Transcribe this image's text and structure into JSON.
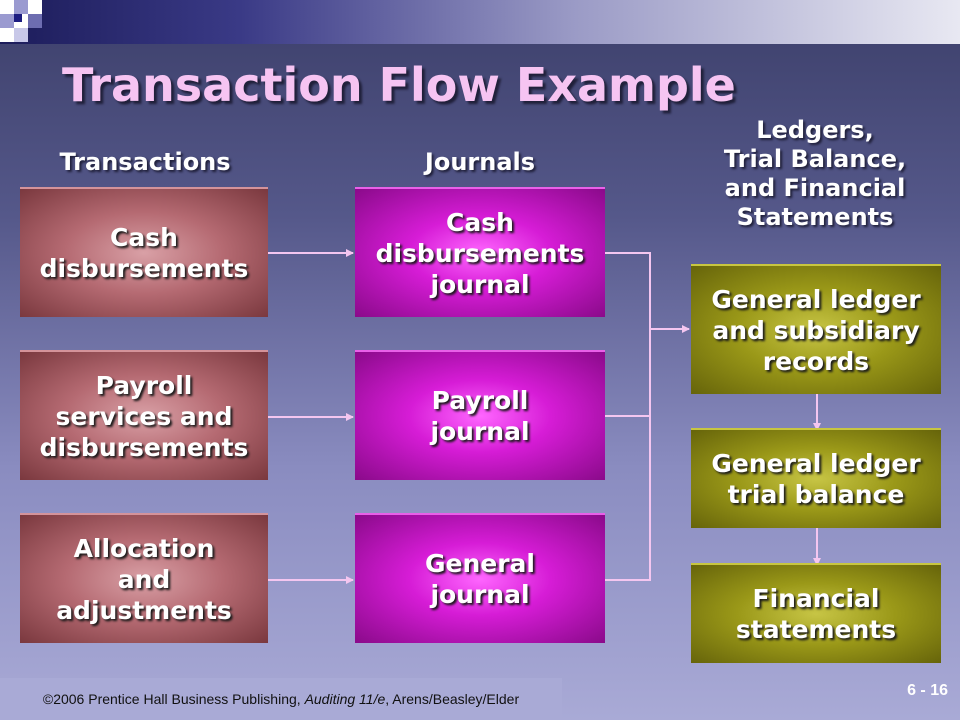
{
  "slide": {
    "title": "Transaction Flow Example",
    "page_number": "6 - 16"
  },
  "columns": {
    "transactions": "Transactions",
    "journals": "Journals",
    "ledgers": "Ledgers,\nTrial Balance,\nand Financial\nStatements"
  },
  "transactions": [
    {
      "label": "Cash\ndisbursements"
    },
    {
      "label": "Payroll\nservices and\ndisbursements"
    },
    {
      "label": "Allocation\nand\nadjustments"
    }
  ],
  "journals": [
    {
      "label": "Cash\ndisbursements\njournal"
    },
    {
      "label": "Payroll\njournal"
    },
    {
      "label": "General\njournal"
    }
  ],
  "ledgers": [
    {
      "label": "General ledger\nand subsidiary\nrecords"
    },
    {
      "label": "General ledger\ntrial balance"
    },
    {
      "label": "Financial\nstatements"
    }
  ],
  "footer": {
    "prefix": "©2006 Prentice Hall Business Publishing, ",
    "book": "Auditing 11/e",
    "suffix": ", Arens/Beasley/Elder"
  },
  "colors": {
    "title": "#f6c4f2",
    "transaction_box": "#b56a72",
    "journal_box": "#d61cd6",
    "ledger_box": "#9a9818",
    "connector": "#f4c6f0"
  }
}
